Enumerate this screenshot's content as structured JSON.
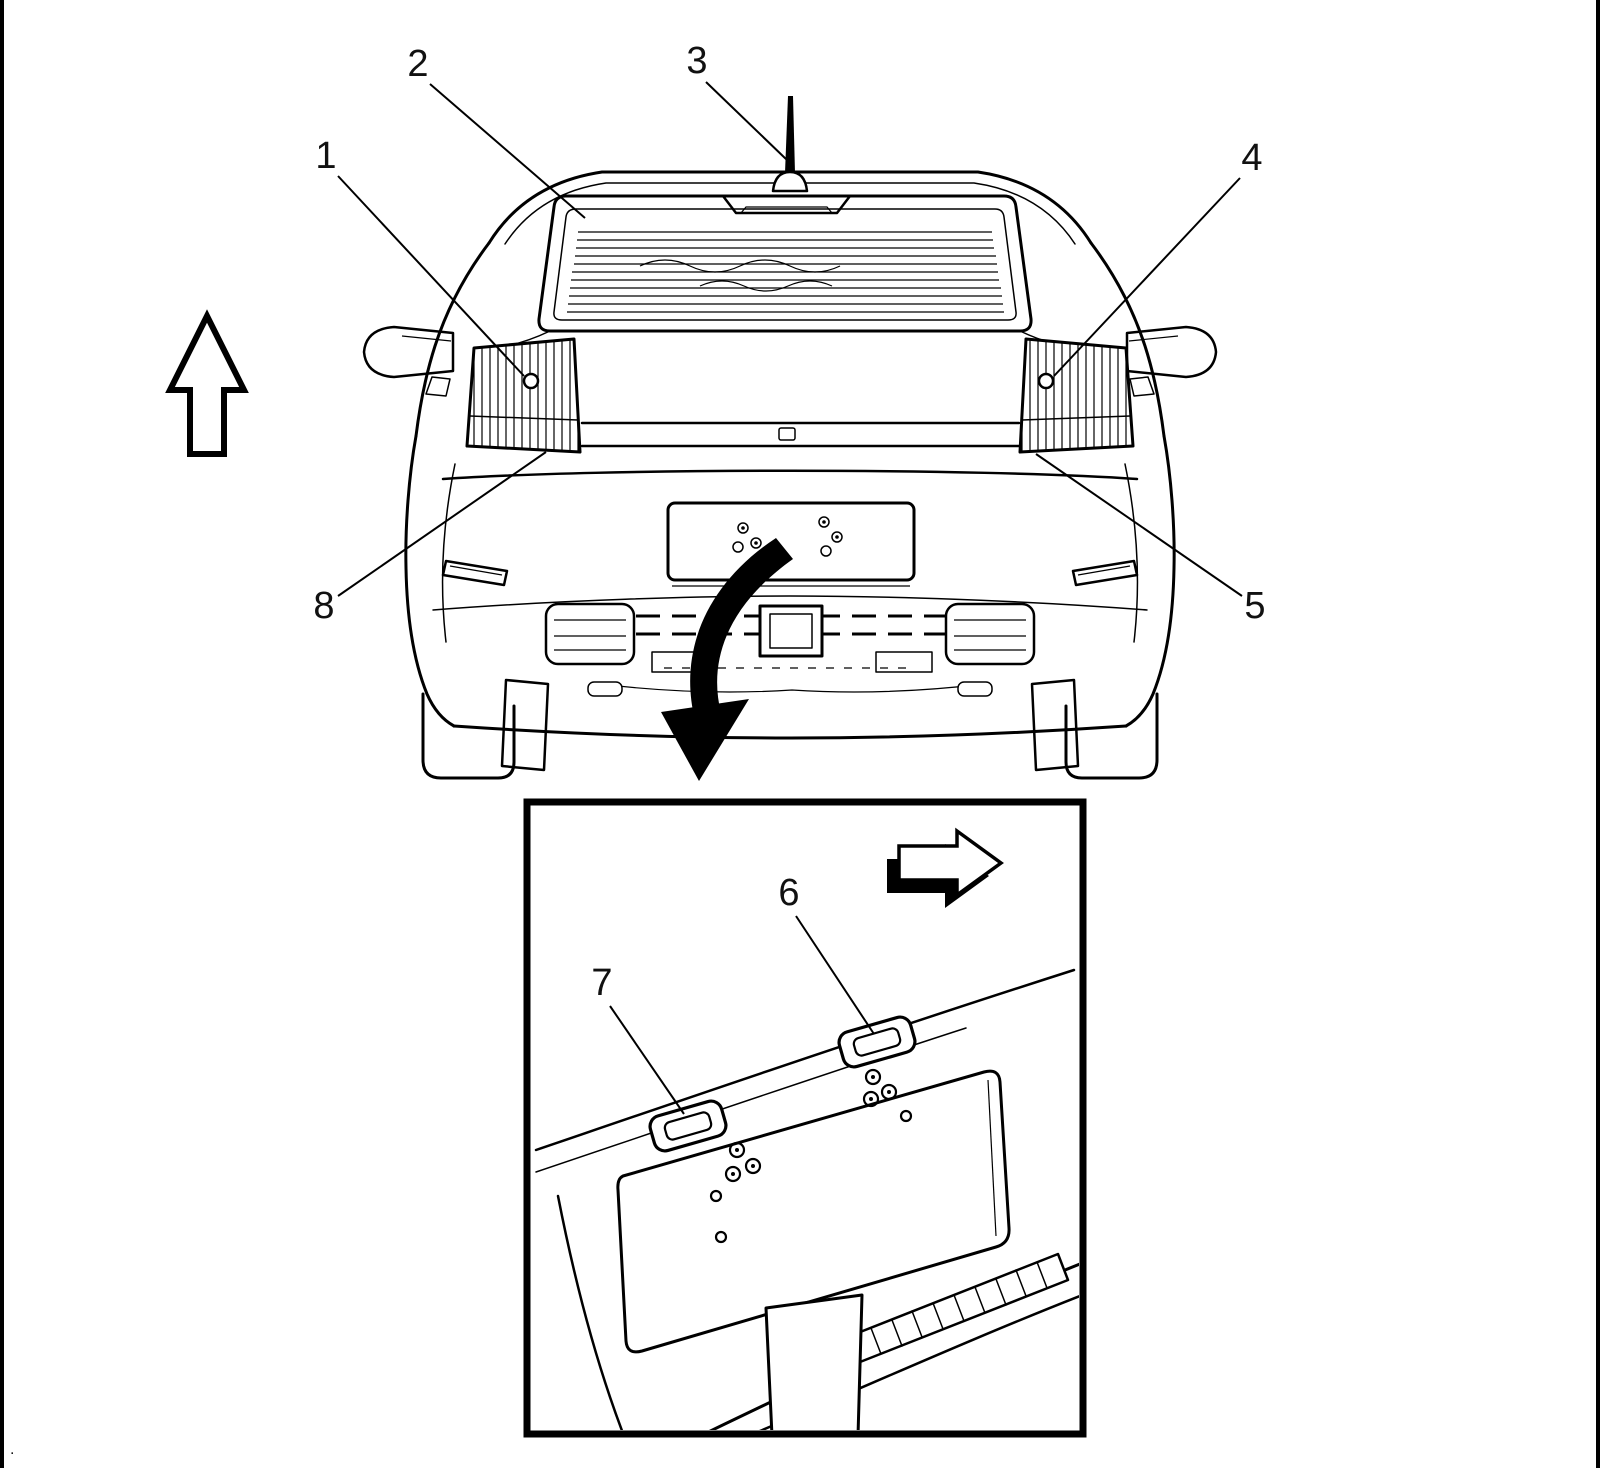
{
  "figure": {
    "background_color": "#ffffff",
    "line_color": "#000000"
  },
  "callouts": {
    "c1": "1",
    "c2": "2",
    "c3": "3",
    "c4": "4",
    "c5": "5",
    "c6": "6",
    "c7": "7",
    "c8": "8"
  },
  "artifact_dot": "."
}
